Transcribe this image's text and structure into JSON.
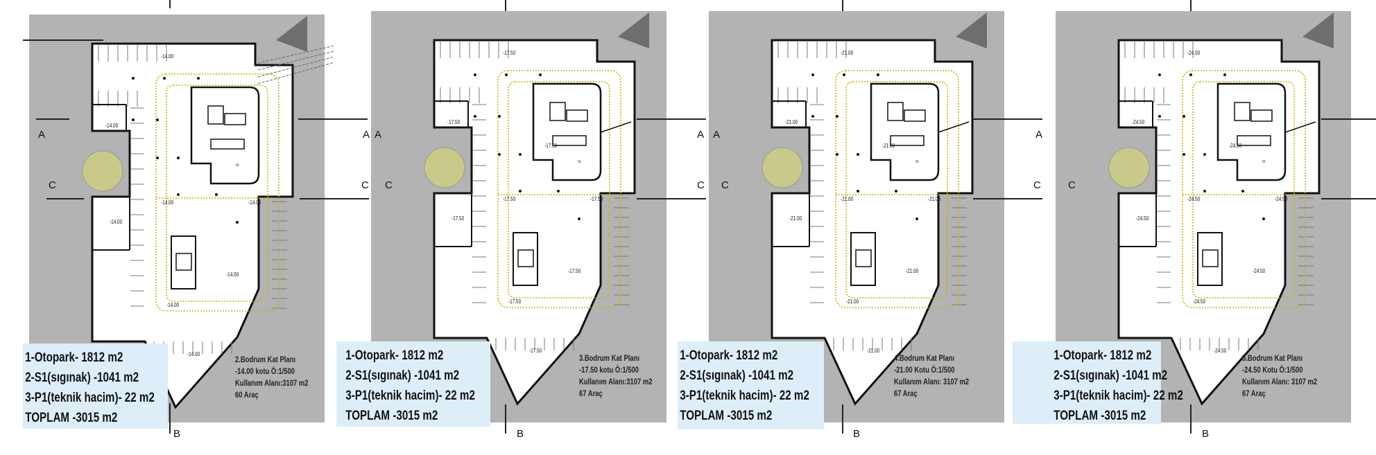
{
  "colors": {
    "site": "#b3b3b3",
    "box": "#ddeef9",
    "route": "#c8b400",
    "tree": "#c9c98a",
    "north": "#6e6e6e"
  },
  "sections": {
    "a": "A",
    "b": "B",
    "c": "C"
  },
  "room_tag": "SI",
  "panels": [
    {
      "elevation": "-14.00",
      "title": "2.Bodrum Kat Planı",
      "level_line": "-14.00 kotu Ö:1/500",
      "usage": "Kullanım Alanı:3107 m2",
      "cars": "60 Araç"
    },
    {
      "elevation": "-17.50",
      "title": "3.Bodrum Kat Planı",
      "level_line": "-17.50 kotu Ö:1/500",
      "usage": "Kullanım Alanı:3107 m2",
      "cars": "67 Araç"
    },
    {
      "elevation": "-21.00",
      "title": "4.Bodrum Kat Planı",
      "level_line": "-21.00 Kotu Ö:1/500",
      "usage": "Kullanım Alanı: 3107 m2",
      "cars": "67 Araç"
    },
    {
      "elevation": "-24.50",
      "title": "5.Bodrum Kat Planı",
      "level_line": "-24.50 Kotu Ö:1/500",
      "usage": "Kullanım Alanı: 3107 m2",
      "cars": "67 Araç"
    }
  ],
  "areas": {
    "otopark": "1-Otopark- 1812 m2",
    "siginak": "2-S1(sıgınak) -1041 m2",
    "teknik": "3-P1(teknik hacim)- 22 m2",
    "toplam": "TOPLAM   -3015 m2"
  }
}
